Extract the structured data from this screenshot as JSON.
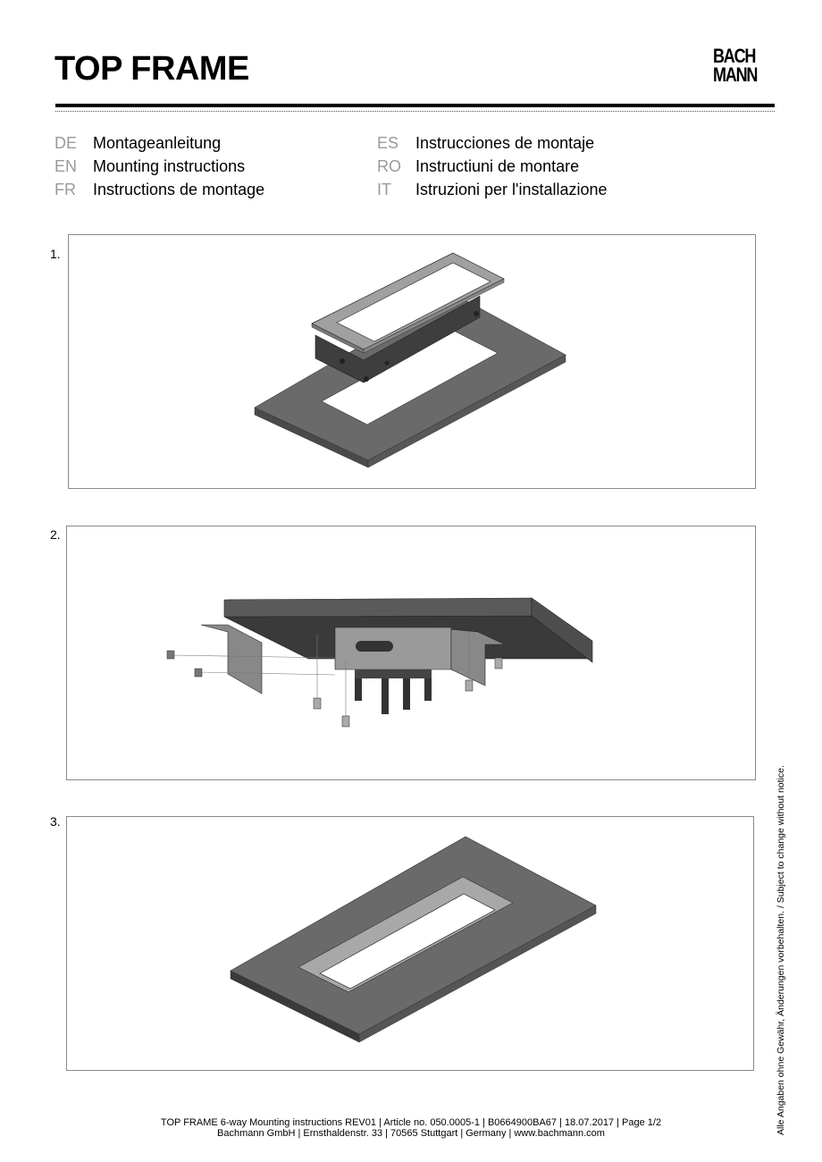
{
  "header": {
    "title": "TOP FRAME",
    "logo_line1": "BACH",
    "logo_line2": "MANN"
  },
  "languages": {
    "left": [
      {
        "code": "DE",
        "text": "Montageanleitung"
      },
      {
        "code": "EN",
        "text": "Mounting instructions"
      },
      {
        "code": "FR",
        "text": "Instructions de montage"
      }
    ],
    "right": [
      {
        "code": "ES",
        "text": "Instrucciones de montaje"
      },
      {
        "code": "RO",
        "text": "Instructiuni de montare"
      },
      {
        "code": "IT",
        "text": "Istruzioni per l'installazione"
      }
    ]
  },
  "steps": [
    {
      "number": "1.",
      "illustration": "top-frame-above-worktop-cutout"
    },
    {
      "number": "2.",
      "illustration": "underside-exploded-brackets-and-screws"
    },
    {
      "number": "3.",
      "illustration": "top-frame-installed-flush"
    }
  ],
  "footer": {
    "line1": "TOP FRAME 6-way Mounting instructions REV01 | Article no. 050.0005-1 | B0664900BA67 | 18.07.2017 | Page 1/2",
    "line2": "Bachmann GmbH | Ernsthaldenstr. 33 | 70565 Stuttgart | Germany | www.bachmann.com"
  },
  "side_note": "Alle Angaben ohne Gewähr, Änderungen vorbehalten. / Subject to change without notice.",
  "colors": {
    "code_gray": "#9a9a9a",
    "panel_dark": "#5f5f5f",
    "panel_top": "#6a6a6a",
    "frame_silver": "#a8a8a8"
  }
}
